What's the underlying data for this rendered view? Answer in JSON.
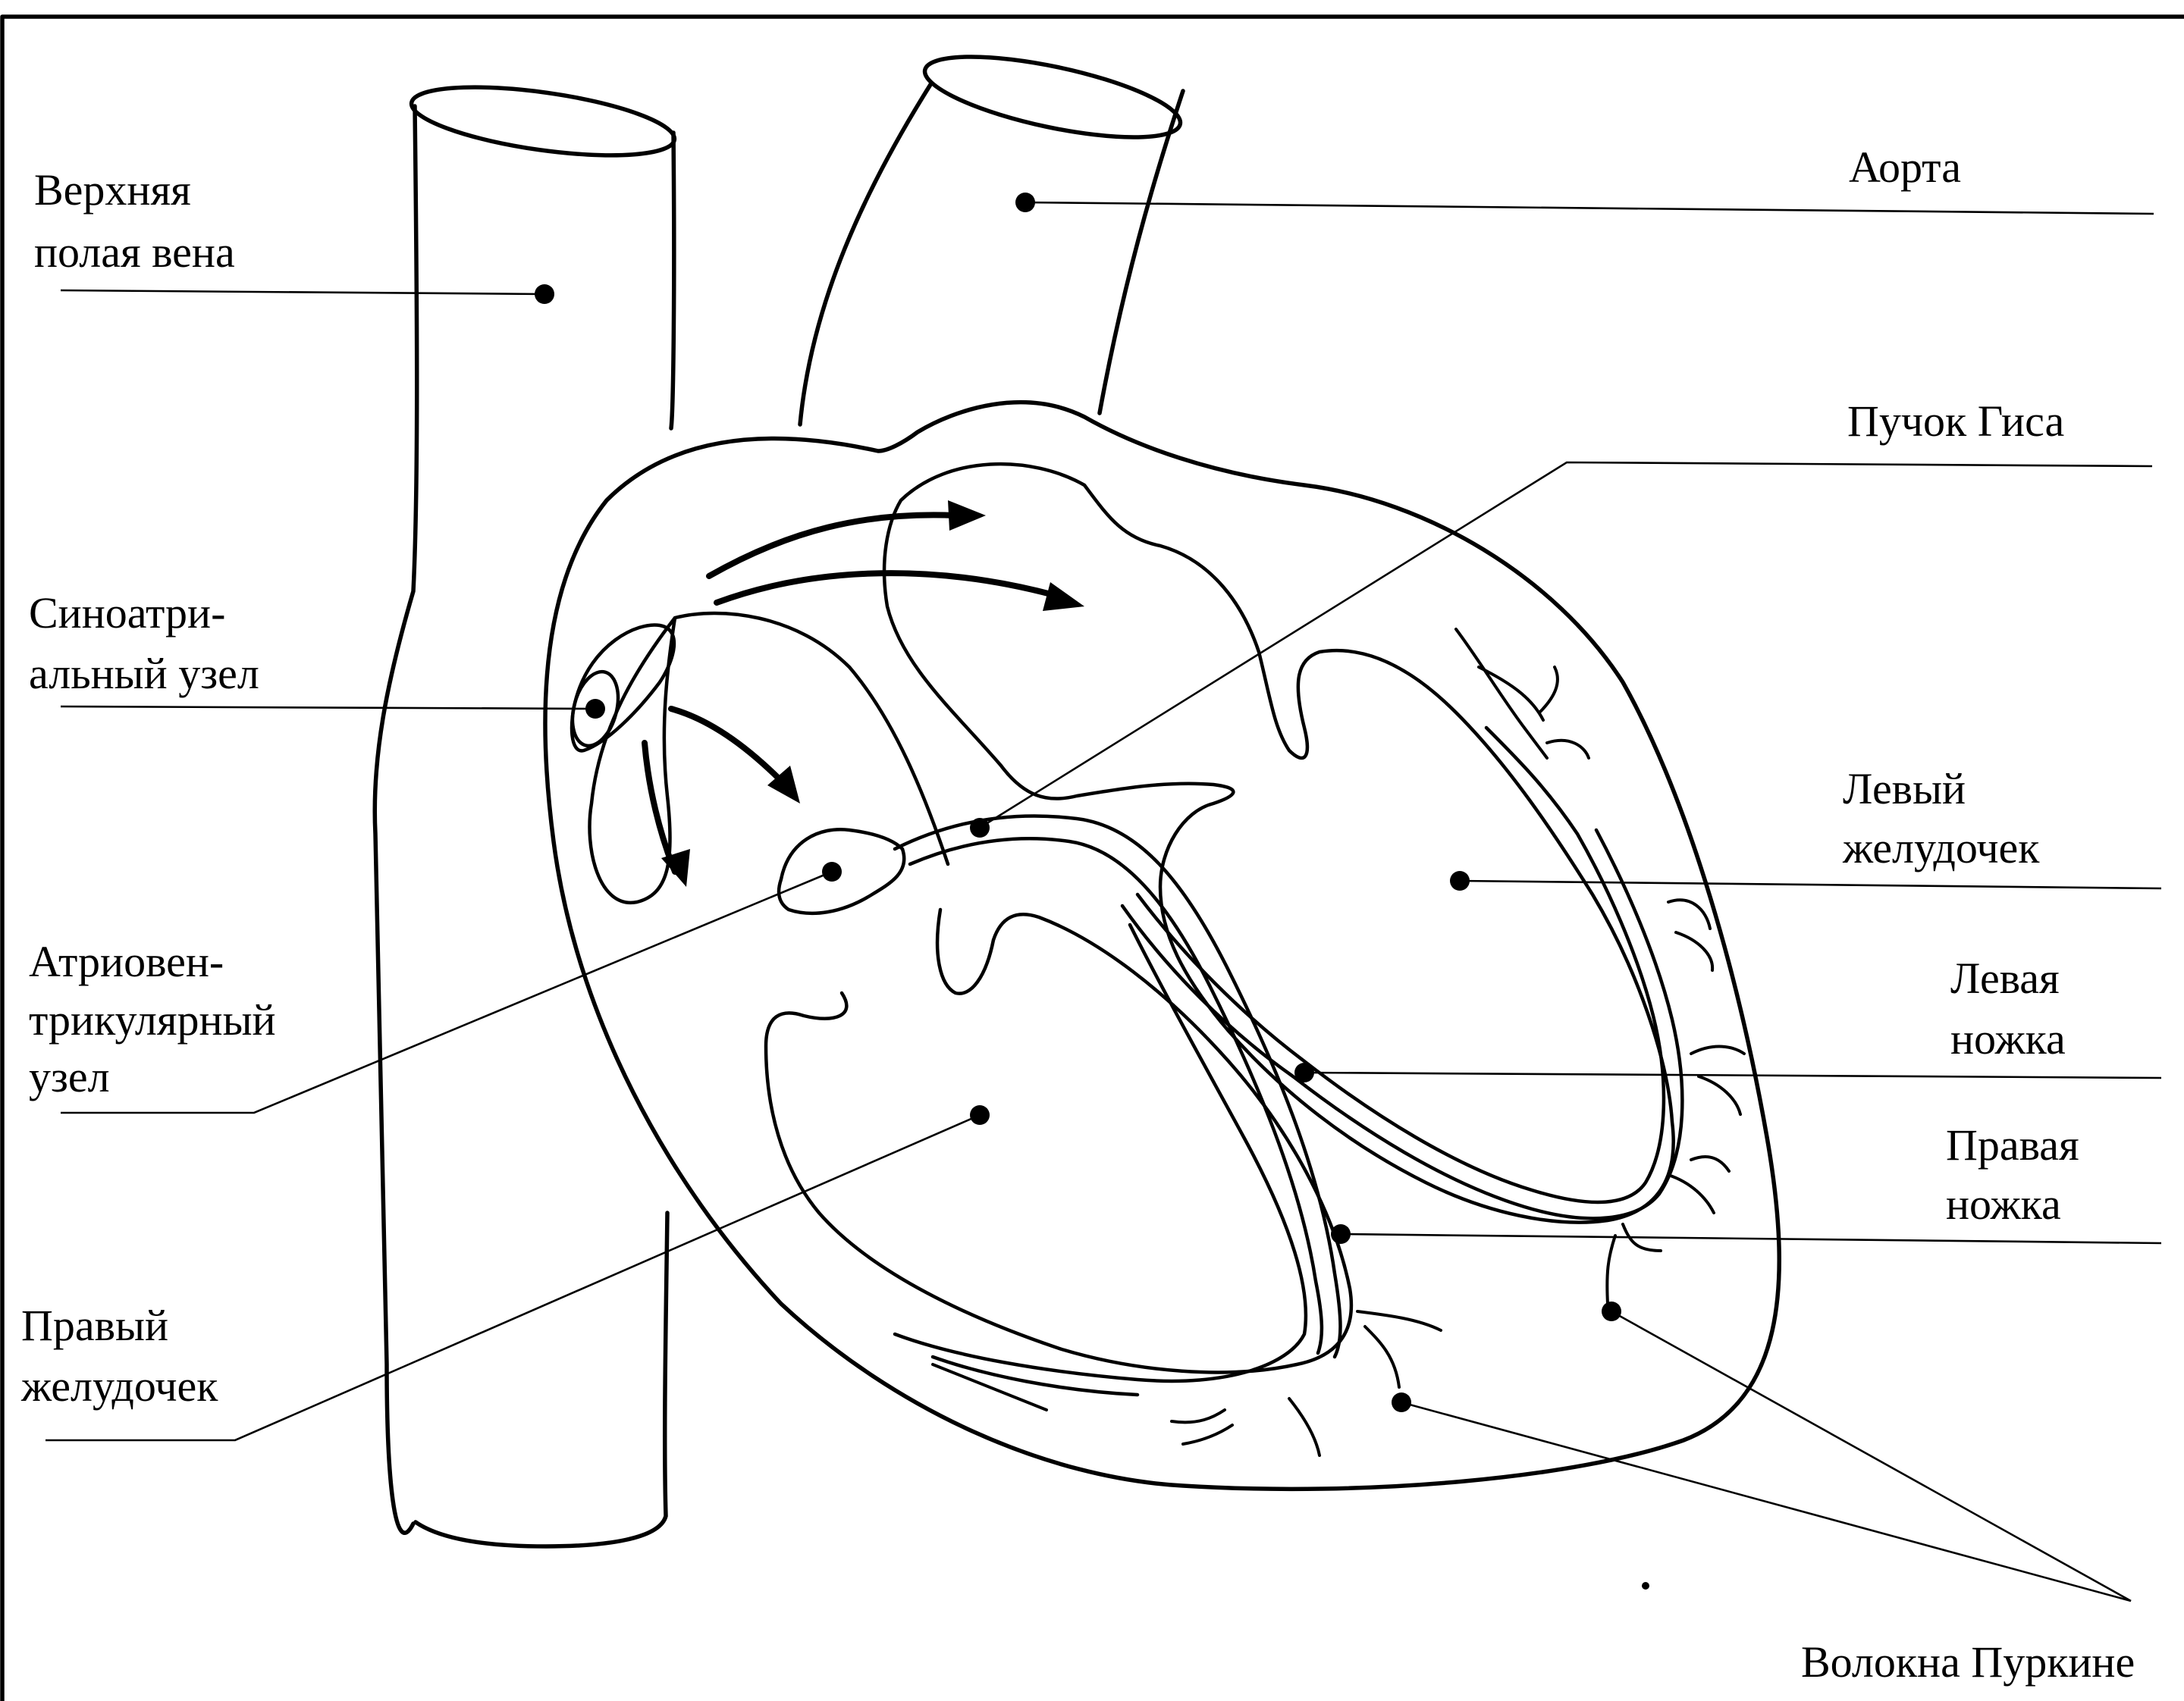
{
  "labels": {
    "svc_line1": "Верхняя",
    "svc_line2": "полая вена",
    "aorta": "Аорта",
    "his_bundle": "Пучок Гиса",
    "sa_node_line1": "Синоатри-",
    "sa_node_line2": "альный узел",
    "left_ventricle_line1": "Левый",
    "left_ventricle_line2": "желудочек",
    "av_node_line1": "Атриовен-",
    "av_node_line2": "трикулярный",
    "av_node_line3": "узел",
    "left_branch_line1": "Левая",
    "left_branch_line2": "ножка",
    "right_branch_line1": "Правая",
    "right_branch_line2": "ножка",
    "right_ventricle_line1": "Правый",
    "right_ventricle_line2": "желудочек",
    "purkinje": "Волокна Пуркине"
  }
}
